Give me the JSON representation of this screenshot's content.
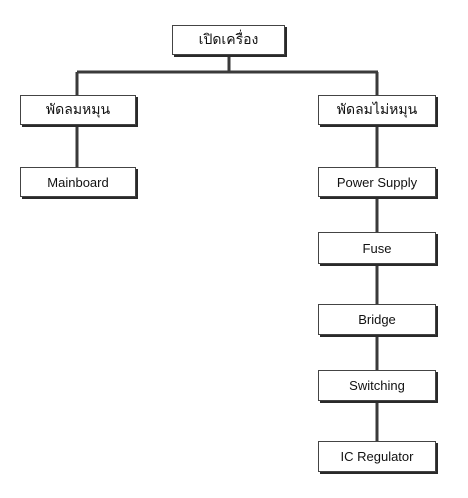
{
  "diagram": {
    "nodes": {
      "root": "เปิดเครื่อง",
      "fan_spinning": "พัดลมหมุน",
      "fan_not_spinning": "พัดลมไม่หมุน",
      "mainboard": "Mainboard",
      "power_supply": "Power Supply",
      "fuse": "Fuse",
      "bridge": "Bridge",
      "switching": "Switching",
      "ic_regulator": "IC Regulator"
    },
    "colors": {
      "line": "#3a3a3a",
      "border": "#444444",
      "shadow": "#2a2a2a"
    }
  }
}
